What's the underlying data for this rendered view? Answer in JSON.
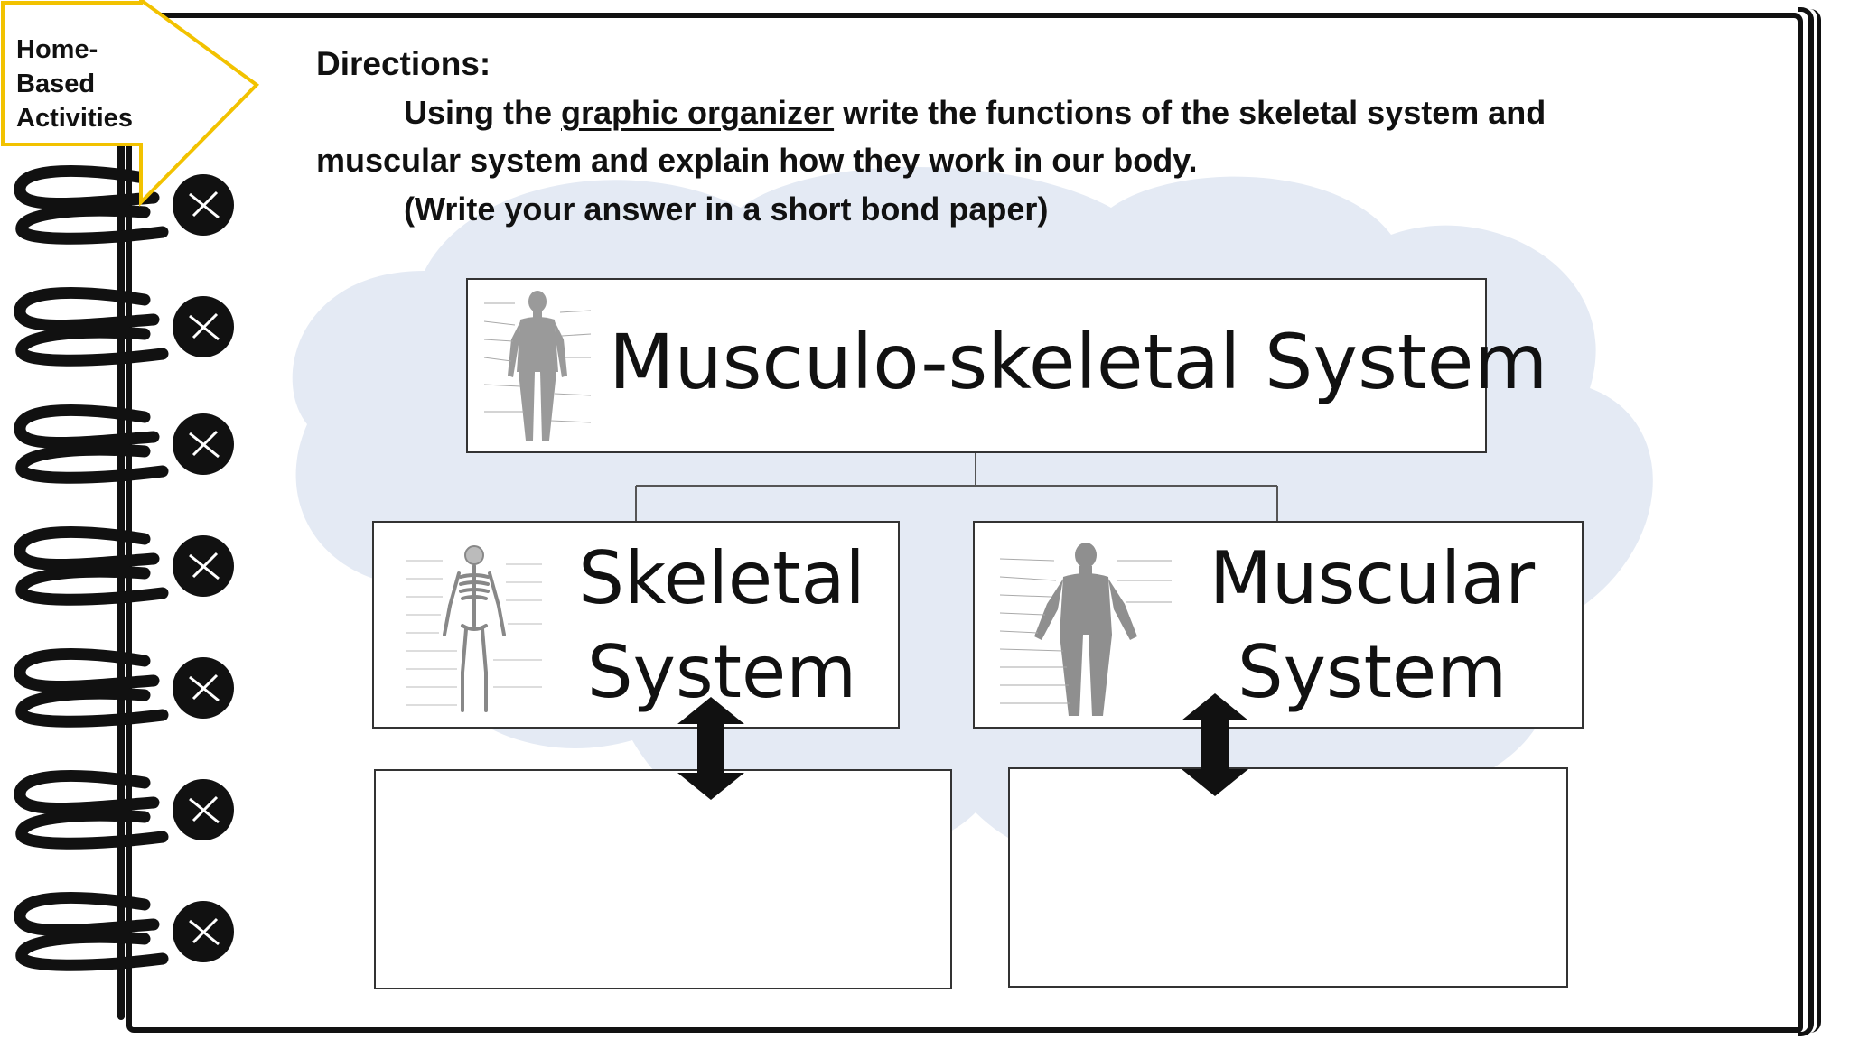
{
  "tag": {
    "line1": "Home-Based",
    "line2": "Activities"
  },
  "directions": {
    "title": "Directions:",
    "line1_prefix": "Using the ",
    "line1_link": "graphic organizer",
    "line1_suffix": " write the functions of the  skeletal system and",
    "line2": "muscular system and explain how they work in our body.",
    "line3": "(Write your answer in a short bond paper)"
  },
  "organizer": {
    "main": "Musculo-skeletal System",
    "skeletal": {
      "line1": "Skeletal",
      "line2": "System"
    },
    "muscular": {
      "line1": "Muscular",
      "line2": "System"
    },
    "answer_left": "",
    "answer_right": ""
  },
  "colors": {
    "tag_border": "#f2c200",
    "cloud": "#e3e9f3",
    "ink": "#111111"
  },
  "icons": {
    "main_figure": "muscle-anatomy-figure-icon",
    "skeletal_figure": "skeleton-figure-icon",
    "muscular_figure": "muscular-body-figure-icon",
    "arrows": "double-headed-arrow-icon"
  }
}
